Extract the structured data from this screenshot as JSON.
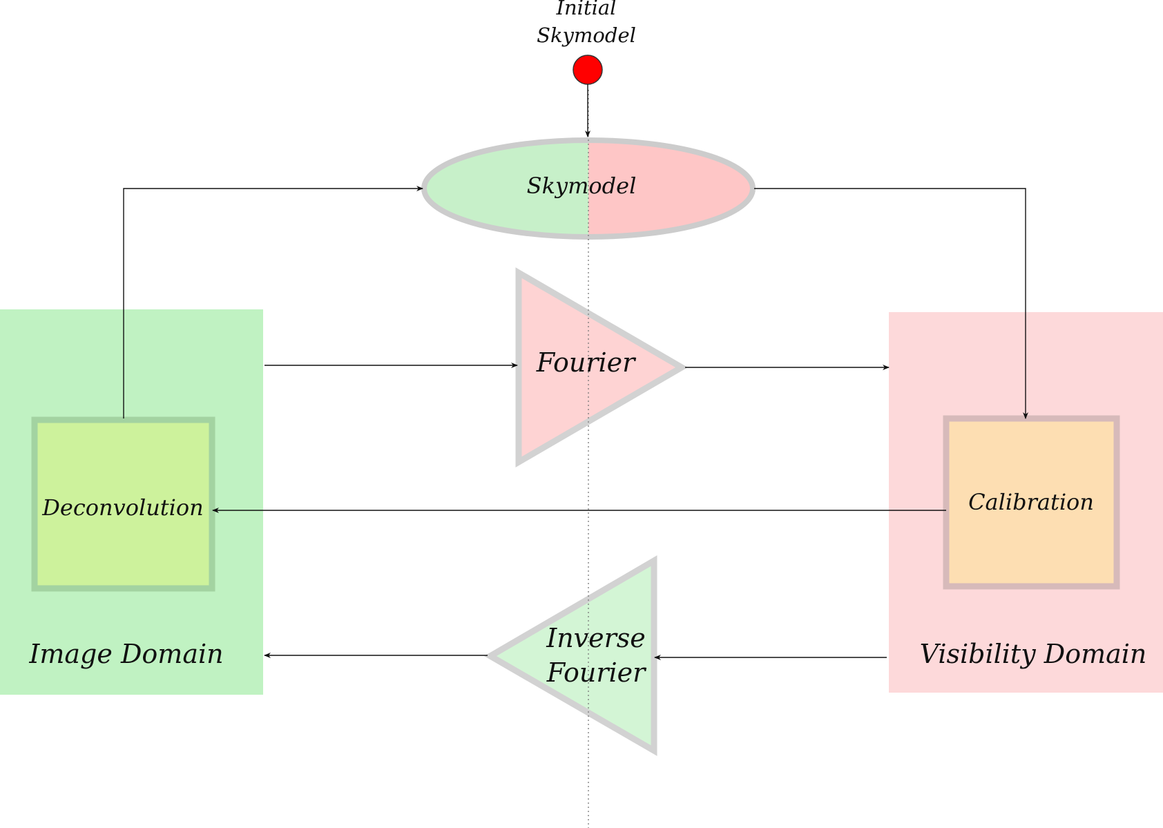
{
  "title": "",
  "colors": {
    "image_domain_fill": "#c0f2c2",
    "visibility_domain_fill": "#fdd9da",
    "green_fill": "#c7f0c9",
    "red_fill": "#fec6c6",
    "deconvolution_fill": "#cdf29c",
    "calibration_fill": "#fddeb2",
    "outline_gray": "#cccccc",
    "start_node": "#ff0000"
  },
  "nodes": {
    "initial_skymodel": {
      "line1": "Initial",
      "line2": "Skymodel"
    },
    "skymodel": {
      "label": "Skymodel"
    },
    "fourier": {
      "label": "Fourier"
    },
    "inverse_fourier": {
      "line1": "Inverse",
      "line2": "Fourier"
    },
    "deconvolution": {
      "label": "Deconvolution"
    },
    "calibration": {
      "label": "Calibration"
    }
  },
  "regions": {
    "image_domain": {
      "label": "Image Domain"
    },
    "visibility_domain": {
      "label": "Visibility Domain"
    }
  },
  "edges": [
    {
      "from": "initial_skymodel",
      "to": "skymodel"
    },
    {
      "from": "skymodel",
      "to": "calibration"
    },
    {
      "from": "deconvolution",
      "to": "skymodel"
    },
    {
      "from": "image_domain",
      "to": "fourier"
    },
    {
      "from": "fourier",
      "to": "visibility_domain"
    },
    {
      "from": "calibration",
      "to": "deconvolution"
    },
    {
      "from": "visibility_domain",
      "to": "inverse_fourier"
    },
    {
      "from": "inverse_fourier",
      "to": "image_domain"
    }
  ]
}
